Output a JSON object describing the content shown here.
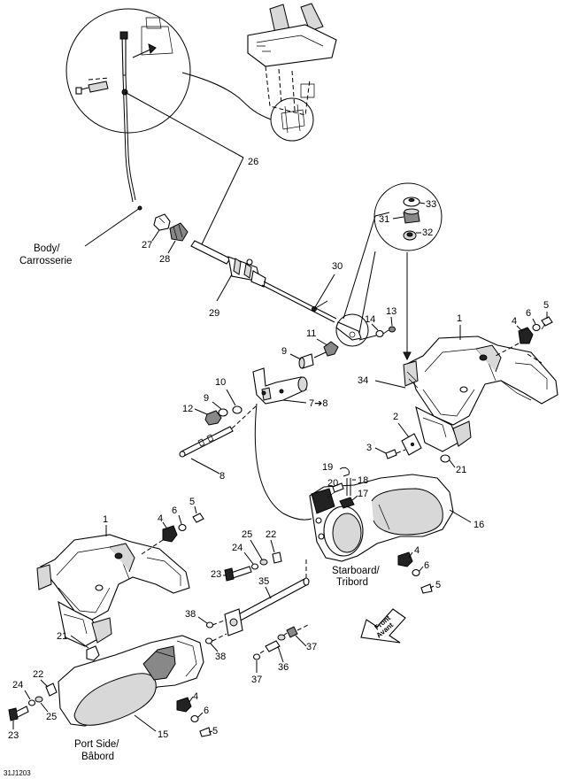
{
  "callouts": {
    "c1a": "1",
    "c1b": "1",
    "c2": "2",
    "c3": "3",
    "c4a": "4",
    "c4b": "4",
    "c4c": "4",
    "c4d": "4",
    "c5a": "5",
    "c5b": "5",
    "c5c": "5",
    "c5d": "5",
    "c6a": "6",
    "c6b": "6",
    "c6c": "6",
    "c6d": "6",
    "c78": "7➔8",
    "c8": "8",
    "c9a": "9",
    "c9b": "9",
    "c10": "10",
    "c11": "11",
    "c12": "12",
    "c13": "13",
    "c14": "14",
    "c15": "15",
    "c16": "16",
    "c17": "17",
    "c18": "18",
    "c19": "19",
    "c20": "20",
    "c21a": "21",
    "c21b": "21",
    "c22a": "22",
    "c22b": "22",
    "c23a": "23",
    "c23b": "23",
    "c24a": "24",
    "c24b": "24",
    "c25a": "25",
    "c25b": "25",
    "c26": "26",
    "c27": "27",
    "c28": "28",
    "c29": "29",
    "c30": "30",
    "c31": "31",
    "c32": "32",
    "c33": "33",
    "c34": "34",
    "c35": "35",
    "c36": "36",
    "c37a": "37",
    "c37b": "37",
    "c38a": "38",
    "c38b": "38"
  },
  "labels": {
    "body_en": "Body/",
    "body_fr": "Carrosserie",
    "starboard_en": "Starboard/",
    "starboard_fr": "Tribord",
    "port_en": "Port Side/",
    "port_fr": "Bâbord",
    "front_en": "Front",
    "front_fr": "Avant",
    "drawing_code": "31J1203"
  }
}
